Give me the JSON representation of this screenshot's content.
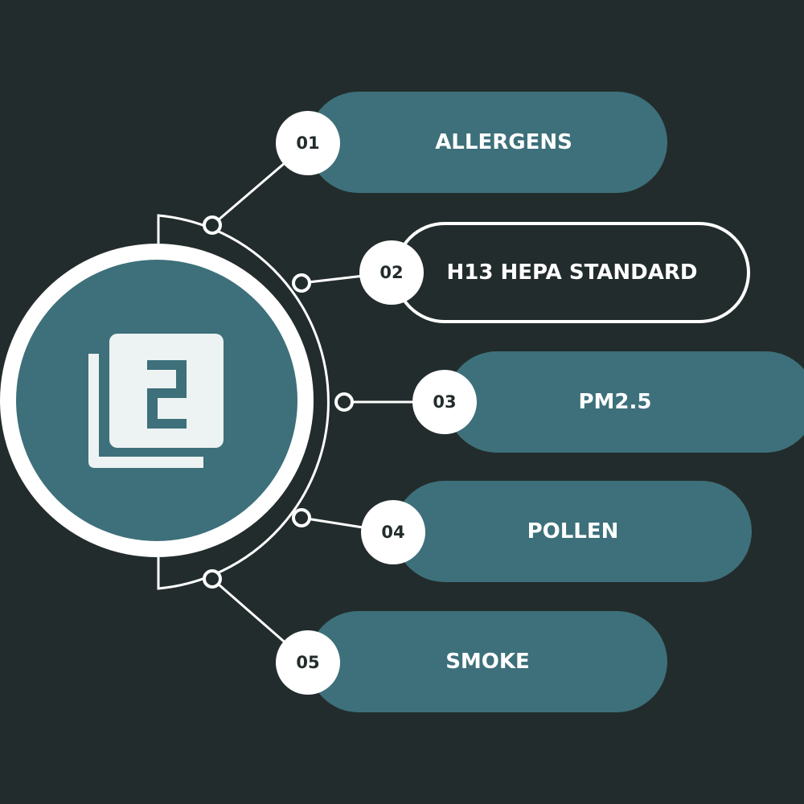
{
  "colors": {
    "background": "#232c2c",
    "accent": "#3d707a",
    "line": "#ffffff"
  },
  "center_icon": "numbered-layers-2-icon",
  "center_icon_number": "2",
  "items": [
    {
      "number": "01",
      "label": "ALLERGENS",
      "style": "filled"
    },
    {
      "number": "02",
      "label": "H13 HEPA STANDARD",
      "style": "outline"
    },
    {
      "number": "03",
      "label": "PM2.5",
      "style": "filled"
    },
    {
      "number": "04",
      "label": "POLLEN",
      "style": "filled"
    },
    {
      "number": "05",
      "label": "SMOKE",
      "style": "filled"
    }
  ]
}
